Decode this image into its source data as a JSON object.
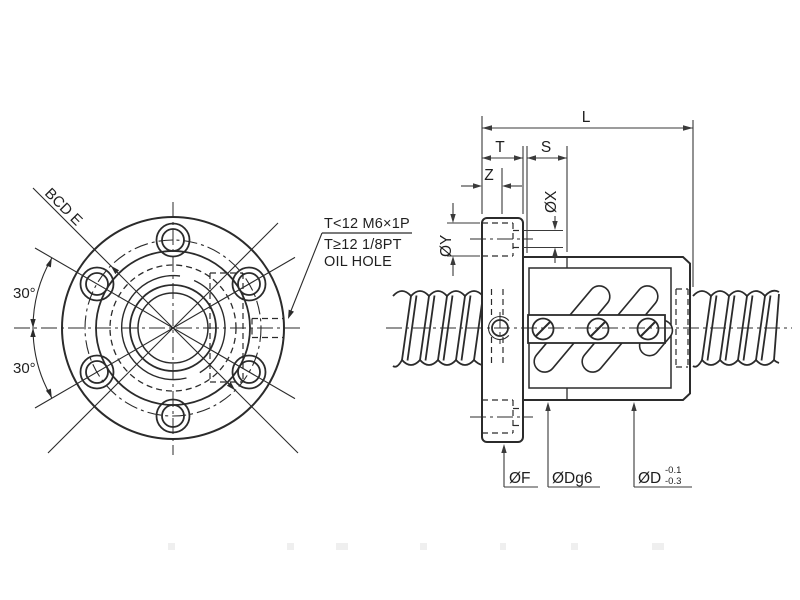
{
  "note": {
    "line1": "T<12 M6×1P",
    "line2": "T≥12 1/8PT",
    "line3": "OIL HOLE"
  },
  "front_view": {
    "bcd_label": "BCD E",
    "angle_top": "30°",
    "angle_bottom": "30°"
  },
  "side_view": {
    "dim_L": "L",
    "dim_T": "T",
    "dim_S": "S",
    "dim_Z": "Z",
    "dim_diam_x": "ØX",
    "dim_diam_y": "ØY",
    "dim_diam_f": "ØF",
    "dim_diam_dg6": "ØDg6",
    "dim_diam_d": "ØD",
    "diam_d_tol_upper": "-0.1",
    "diam_d_tol_lower": "-0.3"
  },
  "colors": {
    "line": "#2b2b2b",
    "dimension_line": "#3a3a3a",
    "background": "#ffffff"
  }
}
